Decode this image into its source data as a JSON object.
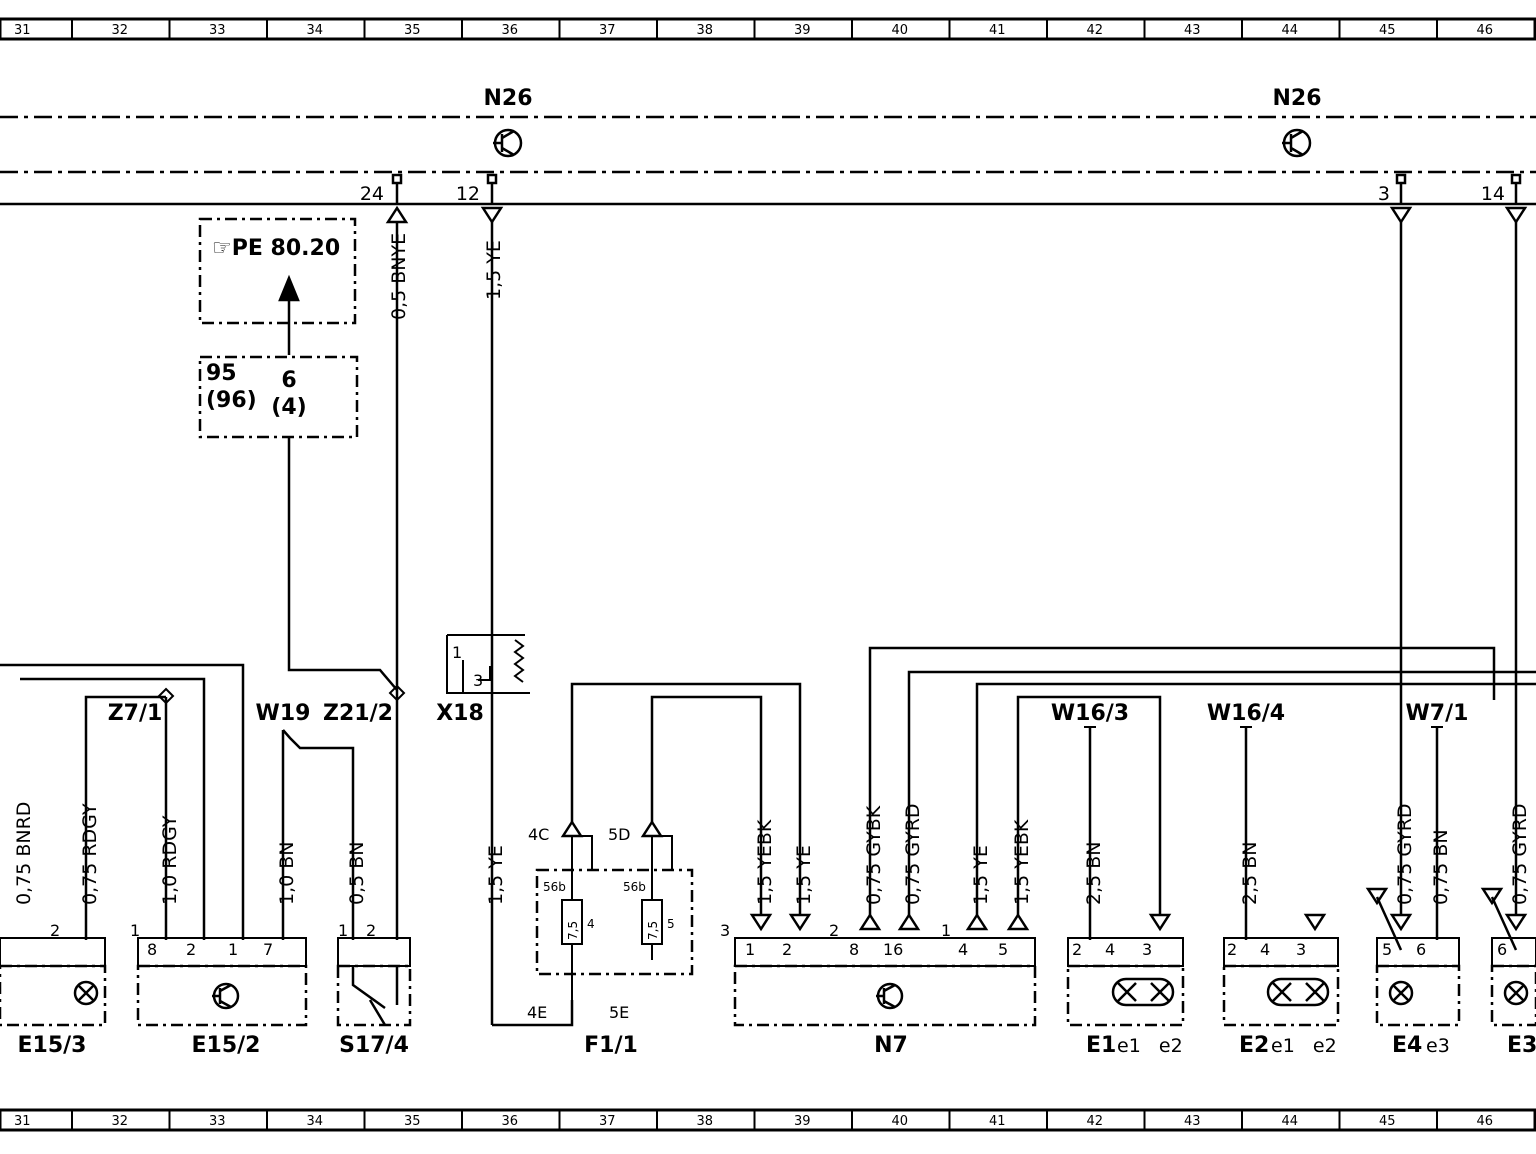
{
  "ruler": [
    "31",
    "32",
    "33",
    "34",
    "35",
    "36",
    "37",
    "38",
    "39",
    "40",
    "41",
    "42",
    "43",
    "44",
    "45",
    "46"
  ],
  "modules": {
    "n26_left": "N26",
    "n26_right": "N26"
  },
  "bus_pins": {
    "p24": "24",
    "p12": "12",
    "p3": "3",
    "p14": "14"
  },
  "reference": {
    "ref_text": "☞PE 80.20",
    "conn_a": "95",
    "conn_b": "(96)",
    "conn_c": "6",
    "conn_d": "(4)"
  },
  "wires": {
    "bnye": "0,5 BNYE",
    "ye_top": "1,5 YE",
    "bnrd": "0,75 BNRD",
    "rdgy_a": "0,75 RDGY",
    "rdgy_b": "1,0 RDGY",
    "bn10": "1,0 BN",
    "bn05": "0,5 BN",
    "ye_f": "1,5 YE",
    "yebk_a": "1,5 YEBK",
    "ye_b": "1,5 YE",
    "gybk": "0,75 GYBK",
    "gyrd_a": "0,75 GYRD",
    "ye_c": "1,5 YE",
    "yebk_b": "1,5 YEBK",
    "bn25_a": "2,5 BN",
    "bn25_b": "2,5 BN",
    "gyrd_b": "0,75 GYRD",
    "bn075": "0,75 BN",
    "gyrd_c": "0,75 GYRD"
  },
  "junctions": {
    "z7": "Z7/1",
    "w19": "W19",
    "z21": "Z21/2",
    "x18": "X18",
    "w163": "W16/3",
    "w164": "W16/4",
    "w71": "W7/1"
  },
  "components": {
    "e153": "E15/3",
    "e152": "E15/2",
    "s174": "S17/4",
    "f11": "F1/1",
    "n7": "N7",
    "e1": "E1",
    "e1_sub": "e1   e2",
    "e2": "E2",
    "e2_sub": "e1   e2",
    "e4": "E4",
    "e4_sub": "e3",
    "e3": "E3"
  },
  "pins": {
    "e153_2": "2",
    "e152_1": "1",
    "e152_8": "8",
    "e152_2": "2",
    "e152_1b": "1",
    "e152_7": "7",
    "s174_1": "1",
    "s174_2": "2",
    "x18_1": "1",
    "x18_3": "3",
    "f_4c": "4C",
    "f_5d": "5D",
    "f_56b_a": "56b",
    "f_56b_b": "56b",
    "f_75_a": "7,5",
    "f_75_b": "7,5",
    "f_4": "4",
    "f_5": "5",
    "f_4e": "4E",
    "f_5e": "5E",
    "n7_3": "3",
    "n7_1": "1",
    "n7_2": "2",
    "n7_2b": "2",
    "n7_8": "8",
    "n7_16": "16",
    "n7_1b": "1",
    "n7_4": "4",
    "n7_5": "5",
    "e1_2": "2",
    "e1_4": "4",
    "e1_3": "3",
    "e2_2": "2",
    "e2_4": "4",
    "e2_3": "3",
    "e4_5": "5",
    "e4_6": "6",
    "e3_6": "6"
  }
}
